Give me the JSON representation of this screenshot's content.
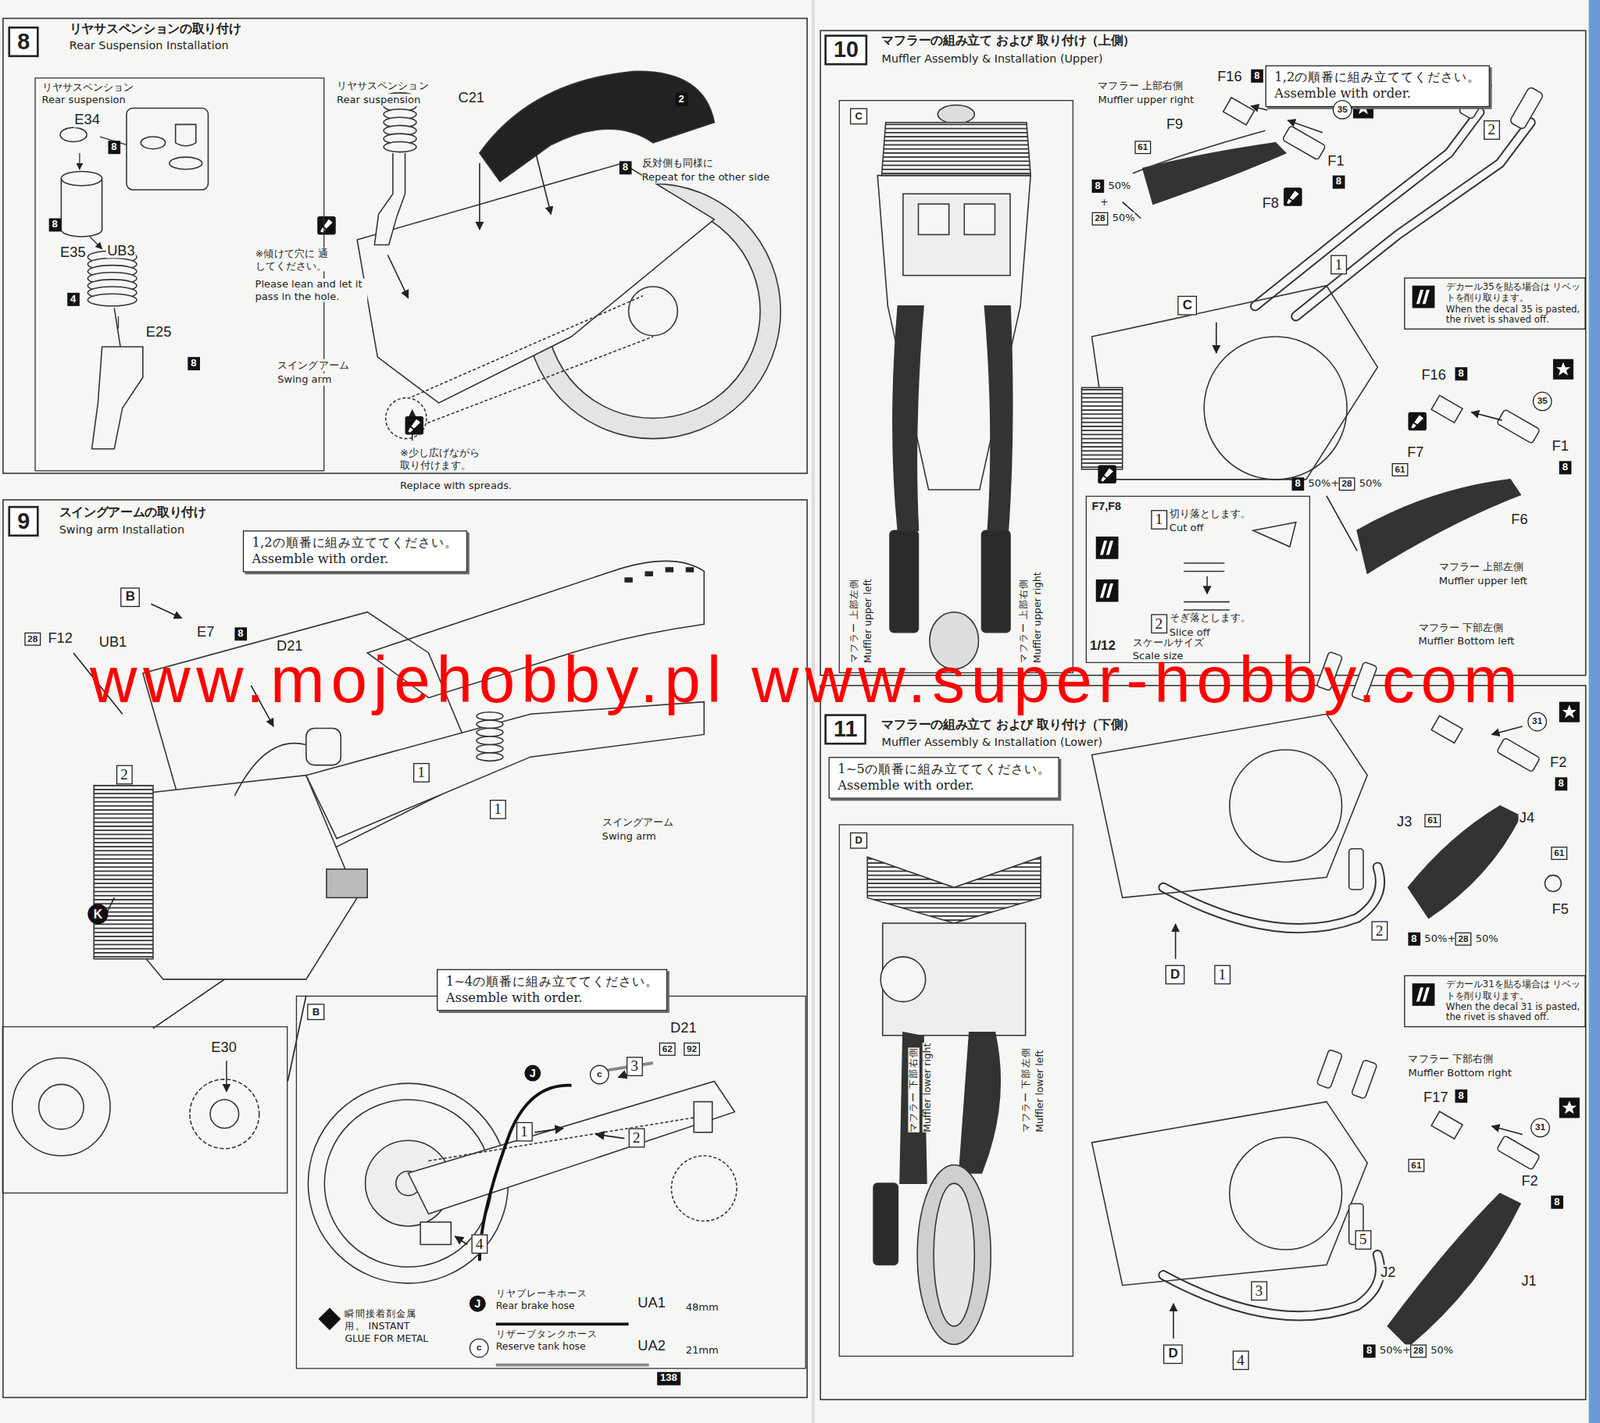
{
  "diagram": {
    "nodes": [
      {
        "text": [
          "8"
        ]
      },
      {
        "text": [
          "リヤサスペンション",
          "Rear suspension"
        ]
      },
      {
        "text": [
          "9"
        ]
      },
      {
        "text": [
          "1,2の順番に組み立ててください。",
          "Assemble with order."
        ]
      },
      {
        "text": [
          "B"
        ]
      },
      {
        "text": [
          "K"
        ]
      },
      {
        "text": [
          "E30"
        ]
      },
      {
        "text": [
          "B"
        ]
      },
      {
        "text": [
          "1~4の順番に組み立ててください。",
          "Assemble with order."
        ]
      },
      {
        "text": [
          "10"
        ]
      },
      {
        "text": [
          "1,2の順番に組み立ててください。",
          "Assemble with order."
        ]
      },
      {
        "text": [
          "C"
        ]
      },
      {
        "text": [
          "C"
        ]
      },
      {
        "text": [
          "F7,F8"
        ]
      },
      {
        "text": [
          "デカール35を貼る場合は リベットを削り取ります。",
          "When the decal 35 is pasted, the rivet is shaved off."
        ]
      },
      {
        "text": [
          "11"
        ]
      },
      {
        "text": [
          "1~5の順番に組み立ててください。",
          "Assemble with order."
        ]
      },
      {
        "text": [
          "D"
        ]
      },
      {
        "text": [
          "D"
        ]
      },
      {
        "text": [
          "D"
        ]
      },
      {
        "text": [
          "デカール31を貼る場合は リベットを削り取ります。",
          "When the decal 31 is pasted, the rivet is shaved off."
        ]
      }
    ],
    "labels": [
      "リヤサスペンションの取り付け",
      "Rear Suspension Installation",
      "E34",
      "8",
      "8",
      "E35",
      "UB3",
      "4",
      "E25",
      "8",
      "リヤサスペンション",
      "Rear suspension",
      "C21",
      "2",
      "8",
      "反対側も同様に",
      "Repeat for the other side",
      "※傾けて穴に 通してください。",
      "Please lean and let it pass in the hole.",
      "スイングアーム",
      "Swing arm",
      "※少し広げながら 取り付けます。",
      "Replace with spreads.",
      "スイングアームの取り付け",
      "Swing arm Installation",
      "28",
      "F12",
      "UB1",
      "E7",
      "8",
      "D21",
      "2",
      "1",
      "1",
      "スイングアーム",
      "Swing arm",
      "www.mojehobby.pl www.super-hobby.com",
      "J",
      "c",
      "D21",
      "3",
      "62",
      "92",
      "1",
      "2",
      "4",
      "J",
      "UA1",
      "48mm",
      "c",
      "UA2",
      "21mm",
      "138",
      "マフラーの組み立て および 取り付け（上側）",
      "Muffler Assembly & Installation (Upper)",
      "マフラー 上部右側",
      "Muffler upper right",
      "F16",
      "8",
      "35",
      "F9",
      "61",
      "F1",
      "8",
      "8",
      "50%",
      "+",
      "28",
      "50%",
      "F8",
      "2",
      "1",
      "F16",
      "8",
      "35",
      "F7",
      "61",
      "F1",
      "8",
      "8",
      "50%+",
      "28",
      "50%",
      "F6",
      "マフラー 上部左側",
      "Muffler upper left",
      "マフラー 上部左側",
      "Muffler upper left",
      "マフラー 上部右側",
      "Muffler upper right",
      "1",
      "切り落とします。",
      "Cut off",
      "2",
      "そぎ落とします。",
      "Slice off",
      "1/12",
      "スケールサイズ",
      "Scale size",
      "マフラーの組み立て および 取り付け（下側）",
      "Muffler Assembly & Installation (Lower)",
      "マフラー 下部左側",
      "Muffler Bottom left",
      "31",
      "F2",
      "8",
      "J3",
      "61",
      "J4",
      "61",
      "F5",
      "8",
      "50%+",
      "28",
      "50%",
      "2",
      "1",
      "マフラー 下部右側",
      "Muffler Bottom right",
      "F17",
      "8",
      "31",
      "F2",
      "8",
      "61",
      "J2",
      "J1",
      "8",
      "50%+",
      "28",
      "50%",
      "5",
      "3",
      "4",
      "マフラー 下部右側",
      "Muffler lower right",
      "マフラー 下部左側",
      "Muffler lower left"
    ],
    "legend": [
      {
        "text": "瞬間接着剤金属用。 INSTANT GLUE FOR METAL"
      },
      {
        "text": "リヤブレーキホース Rear brake hose"
      },
      {
        "text": "リザーブタンクホース Reserve tank hose"
      }
    ]
  }
}
